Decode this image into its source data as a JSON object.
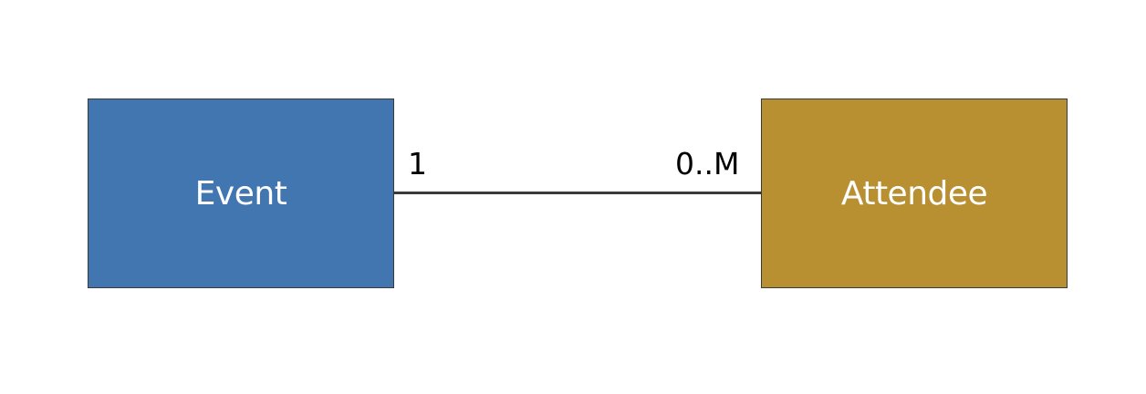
{
  "entities": {
    "event": {
      "label": "Event",
      "fill": "#4176B1"
    },
    "attendee": {
      "label": "Attendee",
      "fill": "#B89032"
    }
  },
  "relationship": {
    "source_multiplicity": "1",
    "target_multiplicity": "0..M",
    "line_color": "#3a3a3a"
  }
}
